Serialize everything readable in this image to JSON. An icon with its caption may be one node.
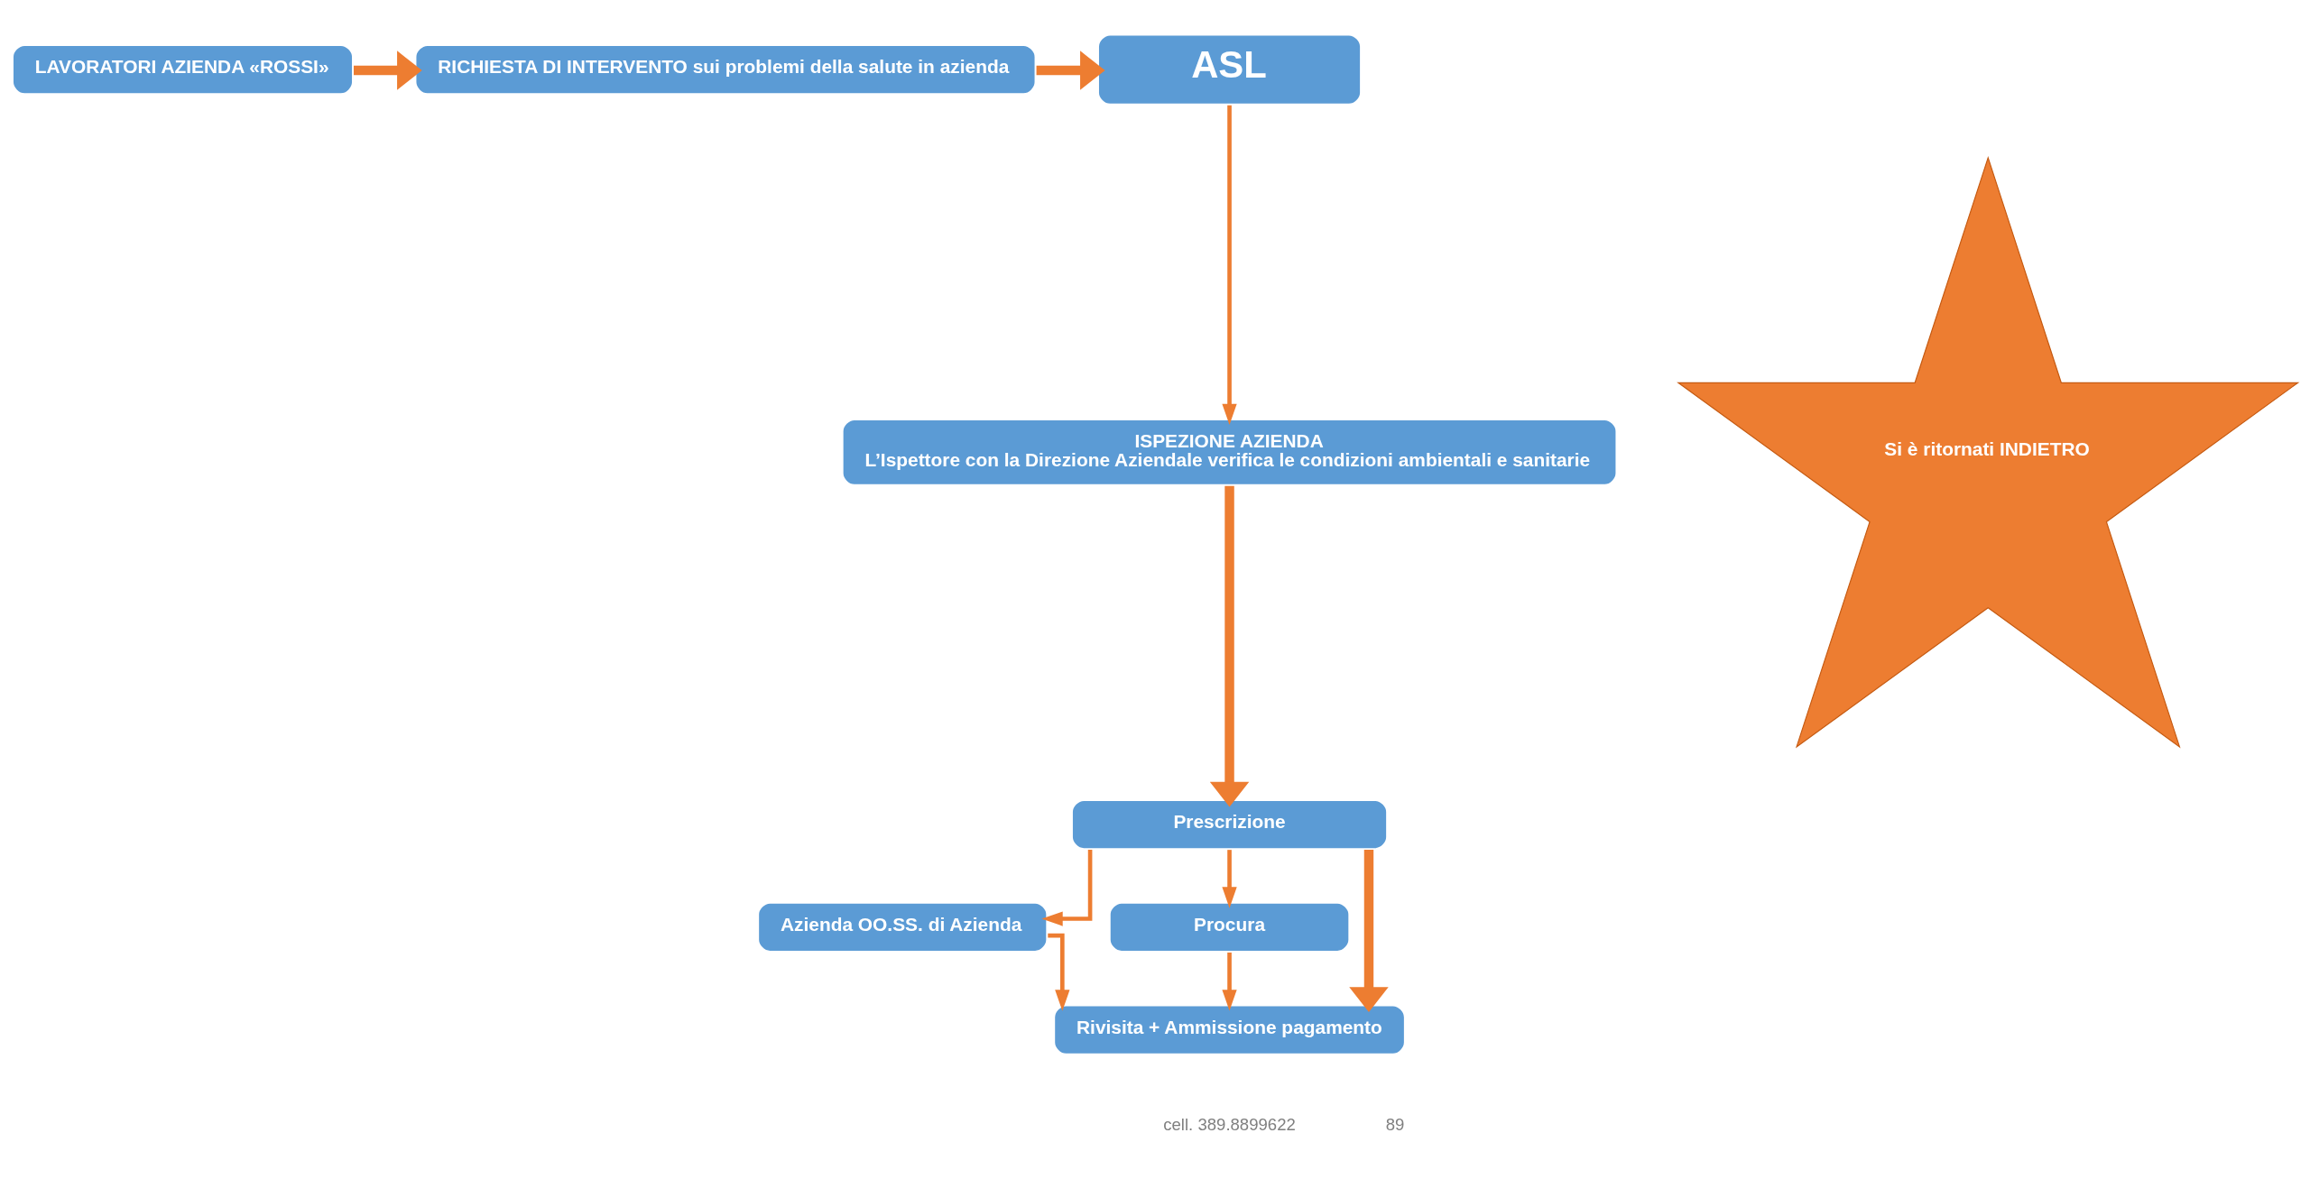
{
  "diagram": {
    "nodes": [
      {
        "text": [
          "LAVORATORI AZIENDA «ROSSI»"
        ]
      },
      {
        "text": [
          "RICHIESTA DI INTERVENTO sui problemi della salute in azienda"
        ]
      },
      {
        "text": [
          "ASL"
        ]
      },
      {
        "text": [
          "Si è ritornati INDIETRO"
        ]
      },
      {
        "text": [
          "ISPEZIONE AZIENDA",
          "L’Ispettore con la Direzione Aziendale verifica le condizioni ambientali e sanitarie"
        ]
      },
      {
        "text": [
          "Prescrizione"
        ]
      },
      {
        "text": [
          "Azienda OO.SS. di Azienda"
        ]
      },
      {
        "text": [
          "Procura"
        ]
      },
      {
        "text": [
          "Rivisita + Ammissione pagamento"
        ]
      }
    ],
    "edges": [
      {
        "from": 0,
        "to": 1,
        "arrow": "to",
        "style": "thick"
      },
      {
        "from": 1,
        "to": 2,
        "arrow": "to",
        "style": "thick"
      },
      {
        "from": 2,
        "to": 4,
        "arrow": "to"
      },
      {
        "from": 4,
        "to": 5,
        "arrow": "to",
        "style": "thick"
      },
      {
        "from": 5,
        "to": 6,
        "arrow": "to"
      },
      {
        "from": 5,
        "to": 7,
        "arrow": "to"
      },
      {
        "from": 5,
        "to": 8,
        "arrow": "to",
        "style": "thick"
      },
      {
        "from": 6,
        "to": 8,
        "arrow": "to"
      },
      {
        "from": 7,
        "to": 8,
        "arrow": "to"
      }
    ],
    "labels": [
      "cell. 389.8899622",
      "89"
    ]
  }
}
